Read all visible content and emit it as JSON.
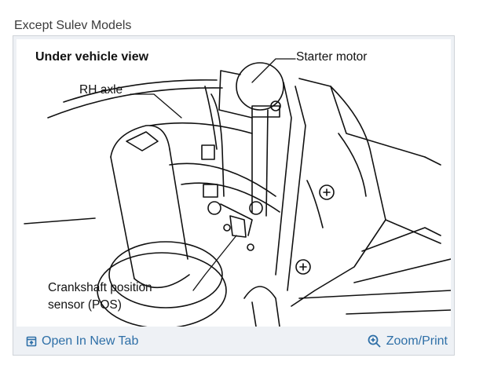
{
  "caption": "Except Sulev Models",
  "figure": {
    "title": "Under vehicle view",
    "labels": {
      "starter_motor": "Starter motor",
      "rh_axle": "RH axle",
      "crankshaft_line1": "Crankshaft position",
      "crankshaft_line2": "sensor (POS)"
    }
  },
  "toolbar": {
    "open_new_tab": "Open In New Tab",
    "open_new_tab_icon": "open-in-new-tab-icon",
    "zoom_print": "Zoom/Print",
    "zoom_print_icon": "magnifier-plus-icon"
  },
  "colors": {
    "link": "#2e6fa7",
    "toolbar_bg": "#eef1f5",
    "frame_border": "#cfd3d8"
  }
}
